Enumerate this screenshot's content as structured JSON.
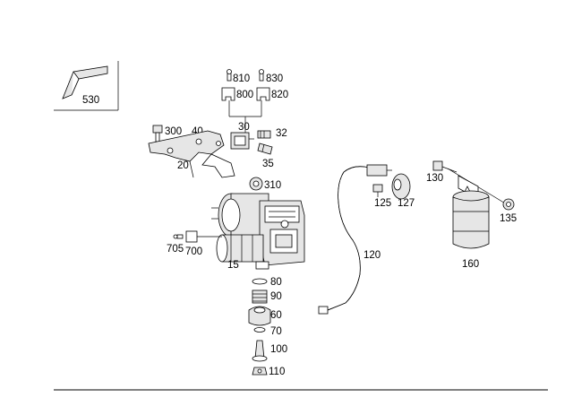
{
  "labels": {
    "p530": "530",
    "p810": "810",
    "p830": "830",
    "p800": "800",
    "p820": "820",
    "p300": "300",
    "p40": "40",
    "p30": "30",
    "p32": "32",
    "p20": "20",
    "p35": "35",
    "p310": "310",
    "p130": "130",
    "p125": "125",
    "p127": "127",
    "p135": "135",
    "p705": "705",
    "p700": "700",
    "p15": "15",
    "p120": "120",
    "p160": "160",
    "p80": "80",
    "p90": "90",
    "p60": "60",
    "p70": "70",
    "p100": "100",
    "p110": "110"
  },
  "colors": {
    "line": "#000000",
    "background": "#ffffff",
    "shade": "#e6e6e6"
  }
}
